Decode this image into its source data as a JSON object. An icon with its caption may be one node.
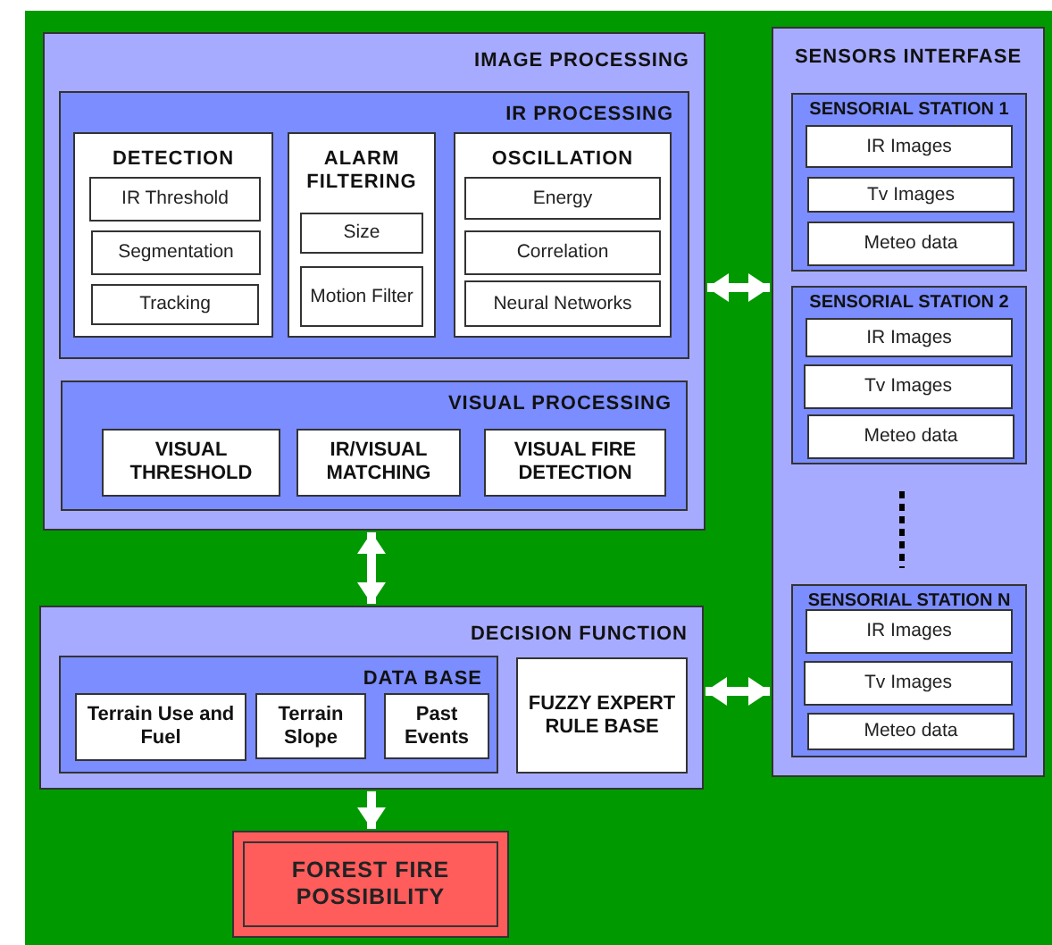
{
  "diagram": {
    "nodes": [
      {
        "text": [
          "IMAGE PROCESSING"
        ]
      },
      {
        "text": [
          "IR PROCESSING"
        ],
        "in": 0
      },
      {
        "text": [
          "DETECTION"
        ],
        "in": 1
      },
      {
        "text": [
          "IR Threshold"
        ],
        "in": 2
      },
      {
        "text": [
          "Segmentation"
        ],
        "in": 2
      },
      {
        "text": [
          "Tracking"
        ],
        "in": 2
      },
      {
        "text": [
          "ALARM FILTERING"
        ],
        "in": 1
      },
      {
        "text": [
          "Size"
        ],
        "in": 6
      },
      {
        "text": [
          "Motion Filter"
        ],
        "in": 6
      },
      {
        "text": [
          "OSCILLATION"
        ],
        "in": 1
      },
      {
        "text": [
          "Energy"
        ],
        "in": 9
      },
      {
        "text": [
          "Correlation"
        ],
        "in": 9
      },
      {
        "text": [
          "Neural Networks"
        ],
        "in": 9
      },
      {
        "text": [
          "VISUAL PROCESSING"
        ],
        "in": 0
      },
      {
        "text": [
          "VISUAL THRESHOLD"
        ],
        "in": 13
      },
      {
        "text": [
          "IR/VISUAL MATCHING"
        ],
        "in": 13
      },
      {
        "text": [
          "VISUAL FIRE DETECTION"
        ],
        "in": 13
      },
      {
        "text": [
          "SENSORS INTERFASE"
        ]
      },
      {
        "text": [
          "SENSORIAL STATION 1"
        ],
        "in": 17
      },
      {
        "text": [
          "IR Images"
        ],
        "in": 18
      },
      {
        "text": [
          "Tv Images"
        ],
        "in": 18
      },
      {
        "text": [
          "Meteo data"
        ],
        "in": 18
      },
      {
        "text": [
          "SENSORIAL STATION 2"
        ],
        "in": 17
      },
      {
        "text": [
          "IR Images"
        ],
        "in": 22
      },
      {
        "text": [
          "Tv Images"
        ],
        "in": 22
      },
      {
        "text": [
          "Meteo data"
        ],
        "in": 22
      },
      {
        "text": [
          "SENSORIAL STATION N"
        ],
        "in": 17
      },
      {
        "text": [
          "IR Images"
        ],
        "in": 26
      },
      {
        "text": [
          "Tv Images"
        ],
        "in": 26
      },
      {
        "text": [
          "Meteo data"
        ],
        "in": 26
      },
      {
        "text": [
          "DECISION FUNCTION"
        ]
      },
      {
        "text": [
          "DATA BASE"
        ],
        "in": 30
      },
      {
        "text": [
          "Terrain Use and Fuel"
        ],
        "in": 31
      },
      {
        "text": [
          "Terrain Slope"
        ],
        "in": 31
      },
      {
        "text": [
          "Past Events"
        ],
        "in": 31
      },
      {
        "text": [
          "FUZZY EXPERT RULE BASE"
        ],
        "in": 30
      },
      {
        "text": [
          "FOREST FIRE POSSIBILITY"
        ]
      }
    ],
    "edges": [
      {
        "from": 0,
        "to": 17,
        "arrow": "both"
      },
      {
        "from": 0,
        "to": 30,
        "arrow": "both"
      },
      {
        "from": 30,
        "to": 17,
        "arrow": "both"
      },
      {
        "from": 30,
        "to": 36,
        "arrow": "to"
      }
    ]
  }
}
